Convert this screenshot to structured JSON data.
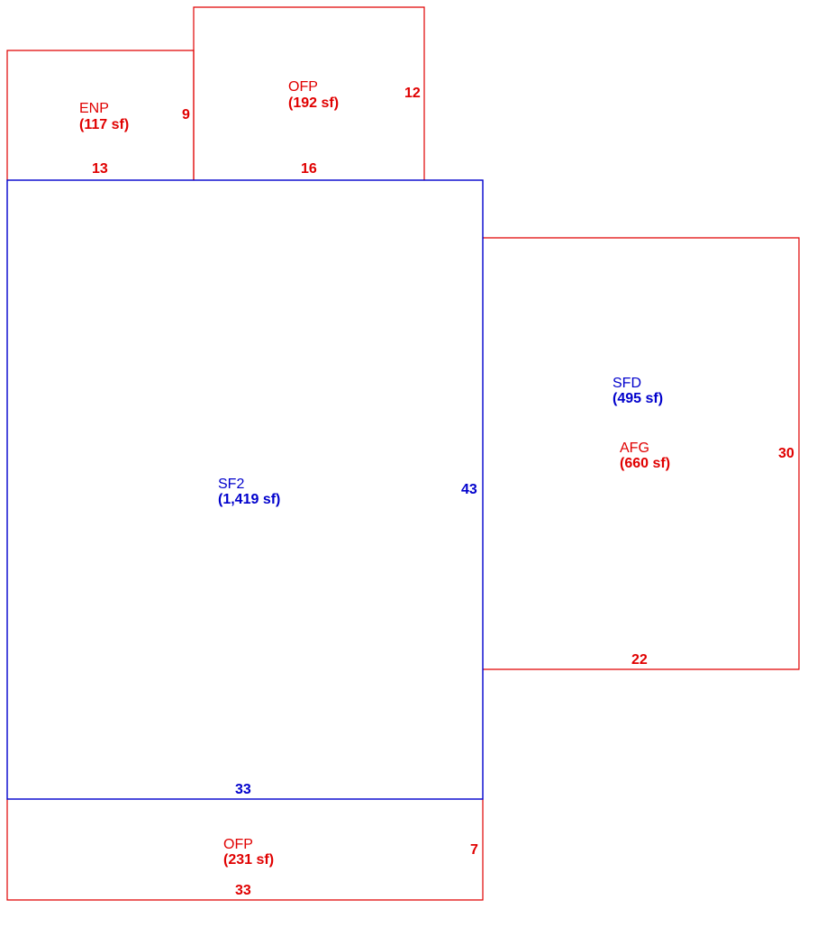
{
  "colors": {
    "living": "#0000cc",
    "other": "#e00000",
    "background": "#ffffff"
  },
  "sketch": {
    "areas": [
      {
        "code": "ENP",
        "area": "(117 sf)",
        "dims": [
          "13",
          "9"
        ],
        "color_role": "other"
      },
      {
        "code": "OFP",
        "area": "(192 sf)",
        "dims": [
          "16",
          "12"
        ],
        "color_role": "other"
      },
      {
        "code": "SF2",
        "area": "(1,419 sf)",
        "dims": [
          "43",
          "33"
        ],
        "color_role": "living"
      },
      {
        "code": "SFD",
        "area": "(495 sf)",
        "dims": [],
        "color_role": "living"
      },
      {
        "code": "AFG",
        "area": "(660 sf)",
        "dims": [
          "30",
          "22"
        ],
        "color_role": "other"
      },
      {
        "code": "OFP",
        "area": "(231 sf)",
        "dims": [
          "7",
          "33"
        ],
        "color_role": "other"
      }
    ]
  }
}
